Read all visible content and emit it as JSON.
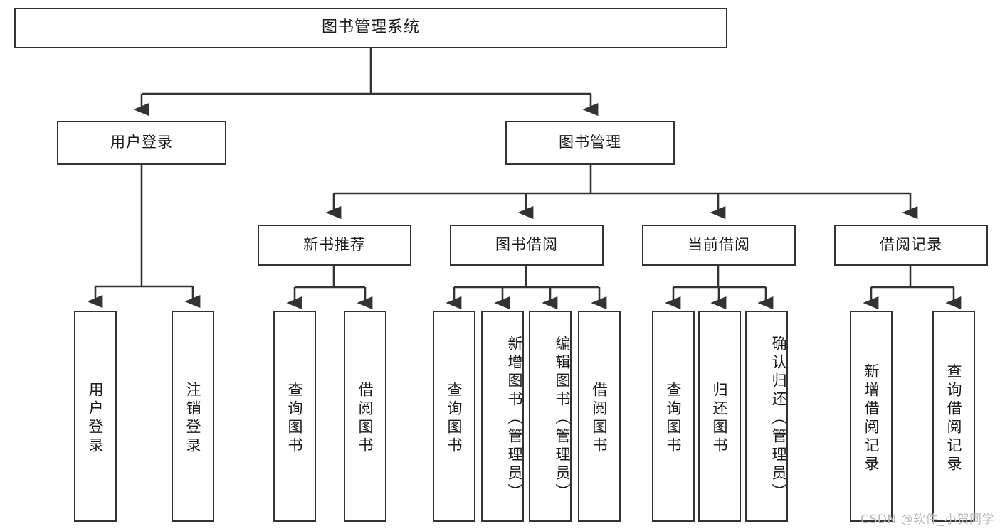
{
  "diagram": {
    "title": "图书管理系统",
    "type": "tree-hierarchy-chart",
    "root": {
      "label": "图书管理系统"
    },
    "level2": [
      {
        "id": "user-login",
        "label": "用户登录"
      },
      {
        "id": "book-manage",
        "label": "图书管理"
      }
    ],
    "level3": [
      {
        "id": "new-book-rec",
        "label": "新书推荐"
      },
      {
        "id": "book-borrow",
        "label": "图书借阅"
      },
      {
        "id": "current-borrow",
        "label": "当前借阅"
      },
      {
        "id": "borrow-record",
        "label": "借阅记录"
      }
    ],
    "leaves": {
      "user_login": [
        {
          "id": "leaf-user-login",
          "label": "用户登录"
        },
        {
          "id": "leaf-user-logout",
          "label": "注销登录"
        }
      ],
      "new_book_rec": [
        {
          "id": "leaf-query-book-1",
          "label": "查询图书"
        },
        {
          "id": "leaf-borrow-book-1",
          "label": "借阅图书"
        }
      ],
      "book_borrow": [
        {
          "id": "leaf-query-book-2",
          "label": "查询图书"
        },
        {
          "id": "leaf-add-book",
          "label": "新增图书（管理员）"
        },
        {
          "id": "leaf-edit-book",
          "label": "编辑图书（管理员）"
        },
        {
          "id": "leaf-borrow-book-2",
          "label": "借阅图书"
        }
      ],
      "current_borrow": [
        {
          "id": "leaf-query-book-3",
          "label": "查询图书"
        },
        {
          "id": "leaf-return-book",
          "label": "归还图书"
        },
        {
          "id": "leaf-confirm-return",
          "label": "确认归还（管理员）"
        }
      ],
      "borrow_record": [
        {
          "id": "leaf-add-record",
          "label": "新增借阅记录"
        },
        {
          "id": "leaf-query-record",
          "label": "查询借阅记录"
        }
      ]
    },
    "style": {
      "box_border_color": "#333333",
      "box_fill_color": "#ffffff",
      "connector_color": "#333333",
      "text_color": "#1b1b1b",
      "background_color": "#ffffff"
    }
  },
  "watermark": {
    "text": "CSDN @软件_小贺同学",
    "color": "#b9b9b9"
  }
}
